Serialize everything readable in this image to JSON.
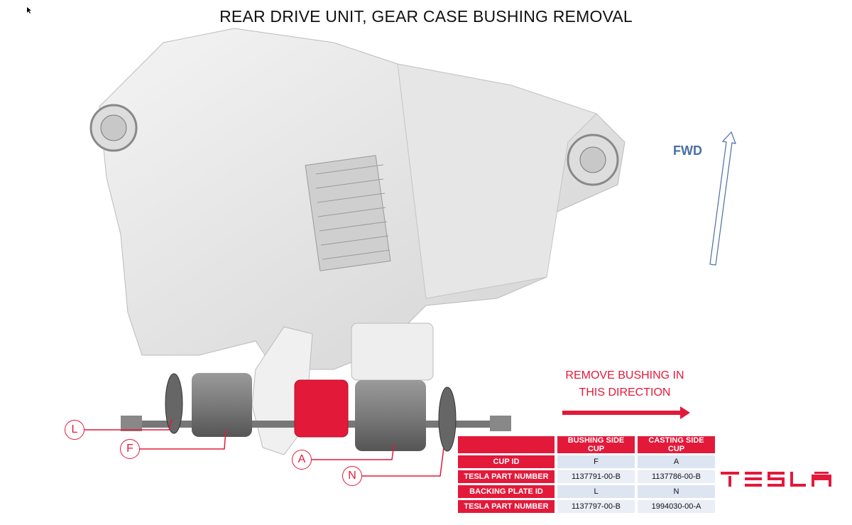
{
  "title": "REAR DRIVE UNIT, GEAR CASE BUSHING REMOVAL",
  "fwd_label": "FWD",
  "instruction": {
    "line1": "REMOVE BUSHING IN",
    "line2": "THIS DIRECTION"
  },
  "callouts": [
    "L",
    "F",
    "A",
    "N"
  ],
  "table": {
    "headers": [
      "",
      "BUSHING SIDE CUP",
      "CASTING SIDE CUP"
    ],
    "rows": [
      {
        "label": "CUP ID",
        "bushing": "F",
        "casting": "A"
      },
      {
        "label": "TESLA PART NUMBER",
        "bushing": "1137791-00-B",
        "casting": "1137786-00-B"
      },
      {
        "label": "BACKING PLATE ID",
        "bushing": "L",
        "casting": "N"
      },
      {
        "label": "TESLA PART NUMBER",
        "bushing": "1137797-00-B",
        "casting": "1994030-00-A"
      }
    ]
  },
  "logo": "TESLA",
  "colors": {
    "accent": "#e3193a",
    "fwd": "#4a6fa5",
    "cell": "#dce5f1"
  }
}
